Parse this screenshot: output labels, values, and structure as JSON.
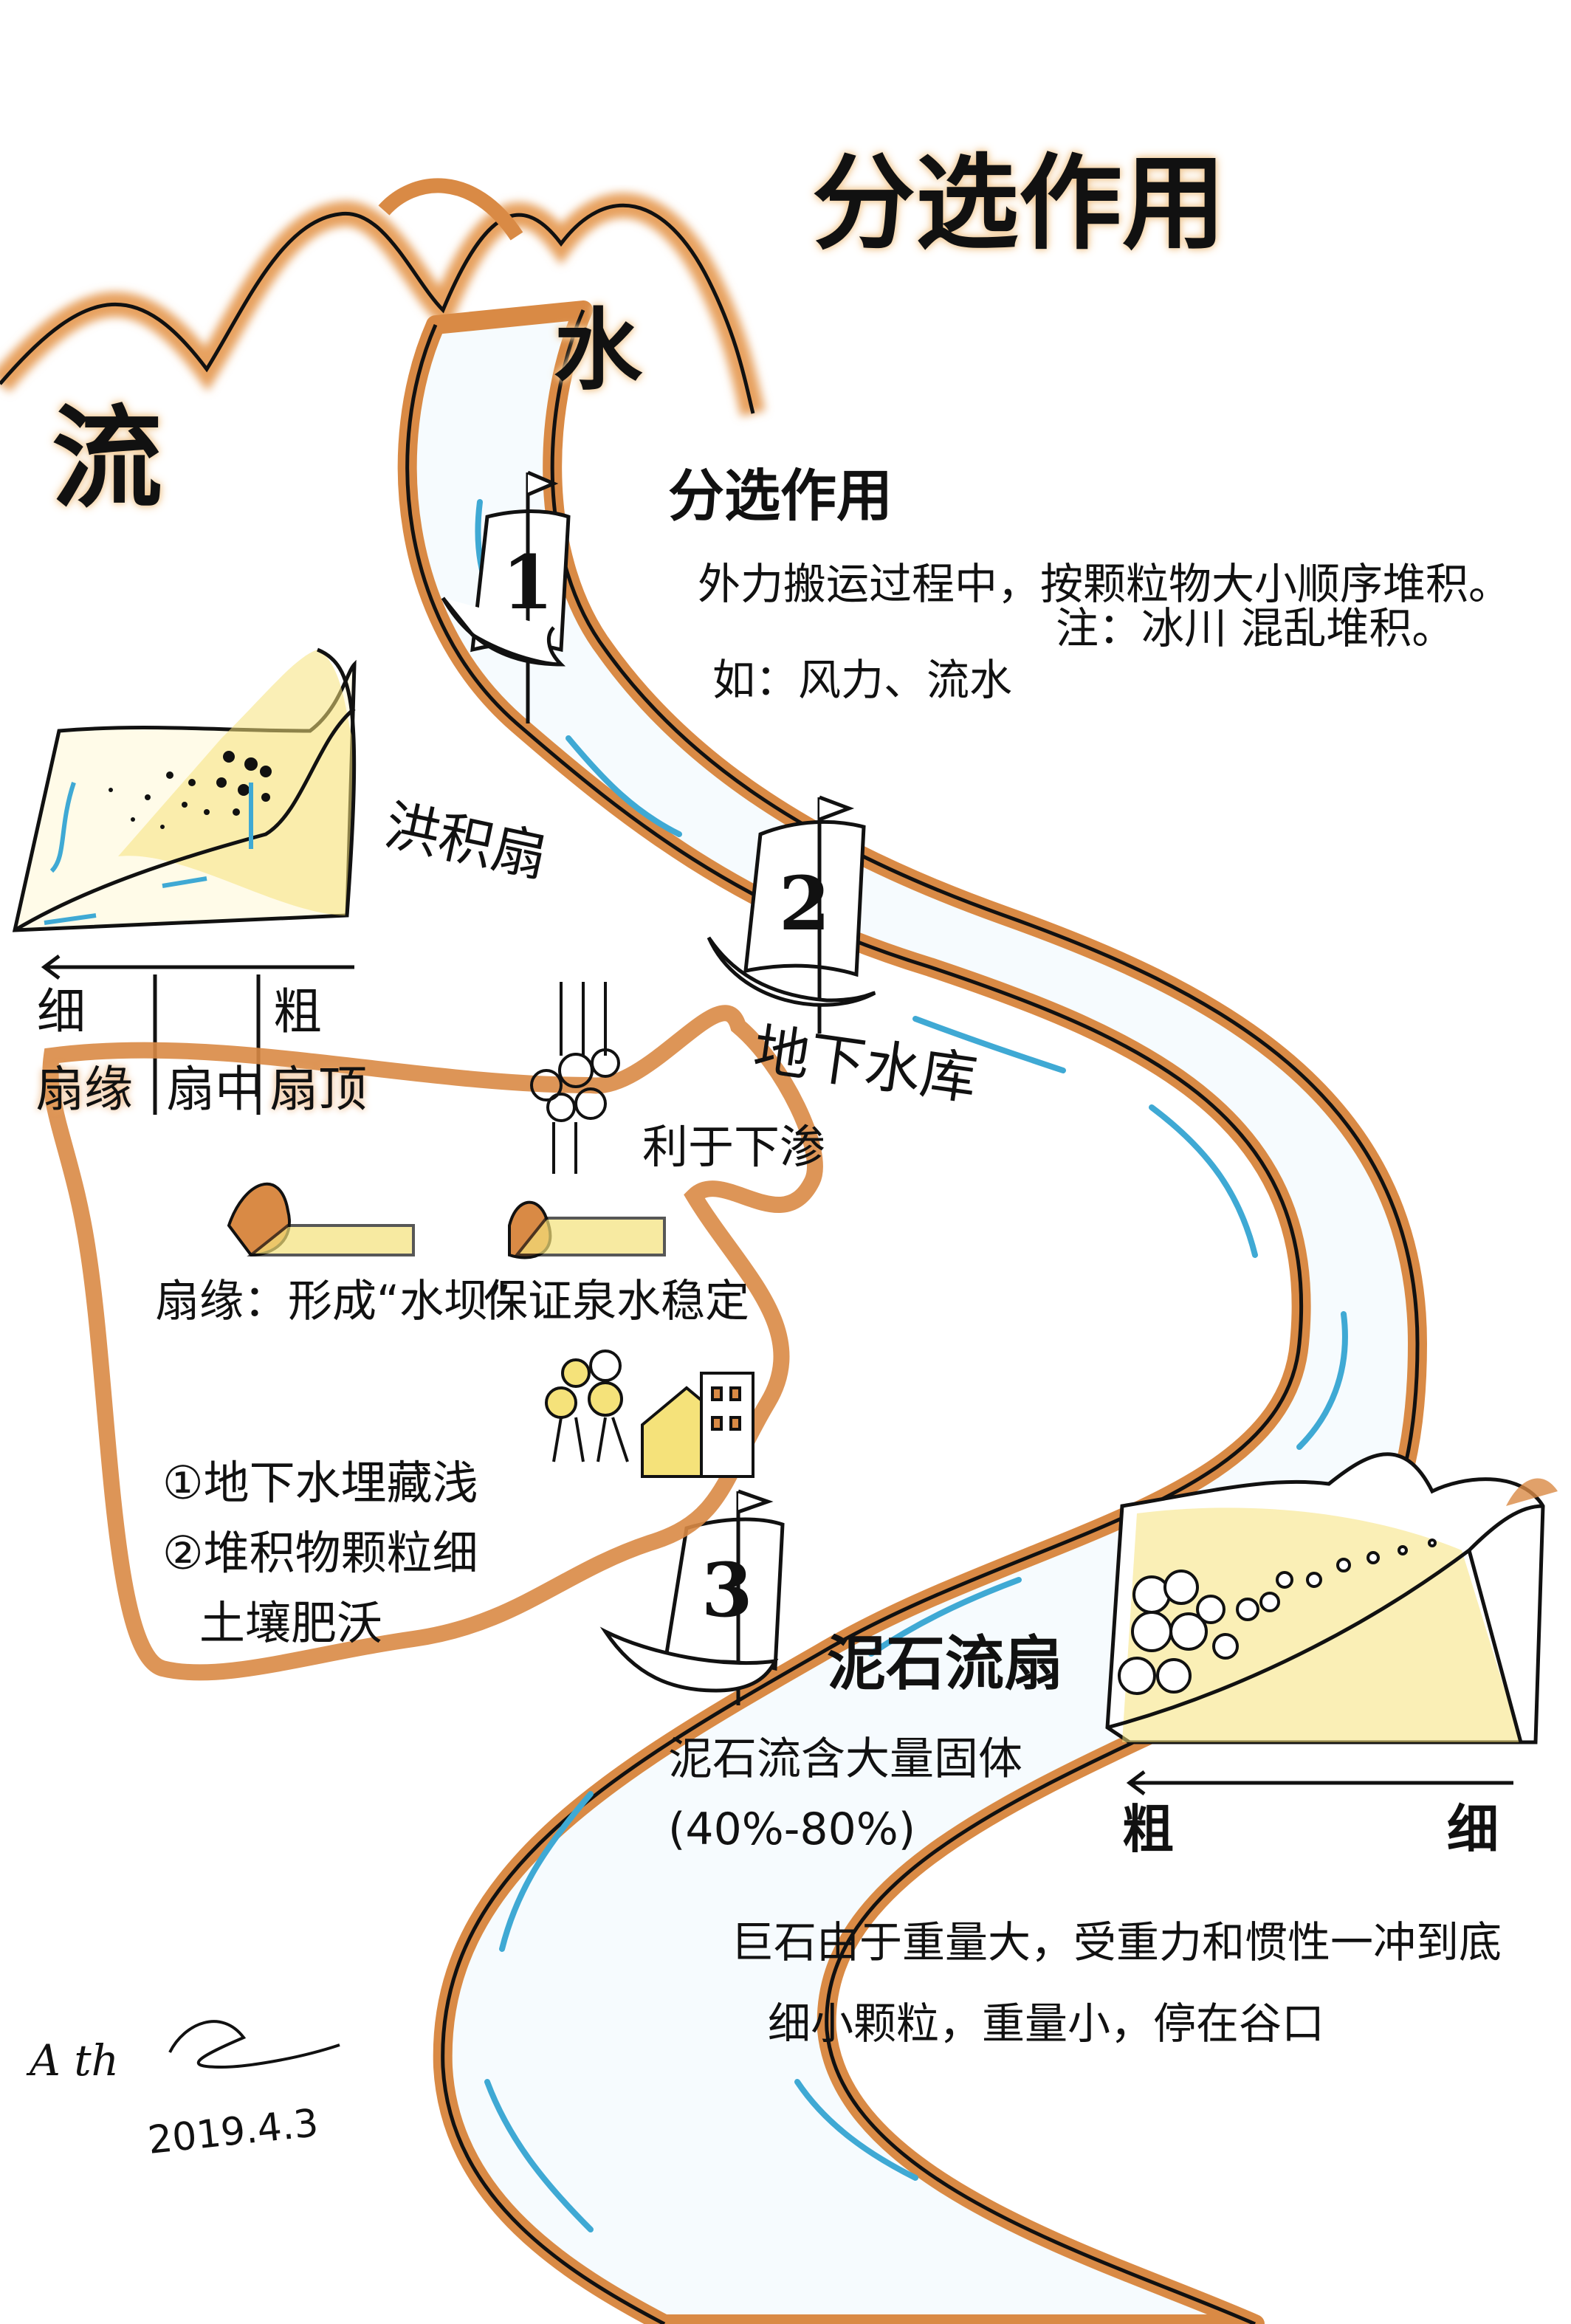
{
  "title": {
    "part1": "流",
    "part2": "水",
    "part3": "分选作用"
  },
  "definition": {
    "heading": "分选作用",
    "line1": "外力搬运过程中，按颗粒物大小顺序堆积。",
    "examples": "如：风力、流水",
    "note": "注：冰川 混乱堆积。"
  },
  "boats": [
    "1",
    "2",
    "3"
  ],
  "alluvial_fan": {
    "title": "洪积扇",
    "fine": "细",
    "coarse": "粗",
    "zones": [
      "扇缘",
      "扇中",
      "扇顶"
    ],
    "infiltration": "利于下渗",
    "groundwater": "地下水库",
    "dam": "扇缘：形成“水坝”",
    "stable": "保证泉水稳定",
    "points": [
      "①地下水埋藏浅",
      "②堆积物颗粒细",
      "土壤肥沃"
    ]
  },
  "debris_flow_fan": {
    "title": "泥石流扇",
    "desc": "泥石流含大量固体",
    "ratio": "(40%-80%)",
    "coarse": "粗",
    "fine": "细",
    "explain": [
      "巨石由于重量大，受重力和惯性一冲到底",
      "细小颗粒，重量小，停在谷口"
    ]
  },
  "signature": {
    "name": "A th",
    "date": "2019.4.3"
  },
  "colors": {
    "orange": "#d98a45",
    "brown": "#b8621f",
    "river_blue": "#3fa9d4",
    "sand_yellow": "#f5e27a"
  }
}
